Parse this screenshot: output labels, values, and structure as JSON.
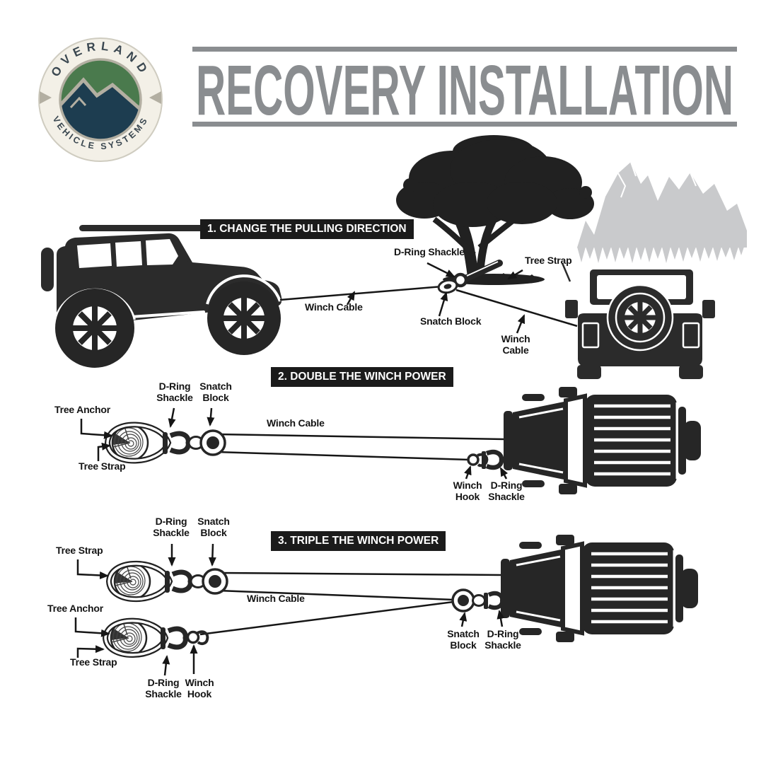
{
  "logo": {
    "arc_top": "OVERLAND",
    "arc_bottom": "VEHICLE SYSTEMS"
  },
  "title": "RECOVERY INSTALLATION",
  "sections": [
    {
      "number": "1",
      "header": "1. CHANGE THE PULLING DIRECTION",
      "labels": {
        "d_ring_shackle": "D-Ring Shackle",
        "tree_strap": "Tree Strap",
        "winch_cable": "Winch Cable",
        "snatch_block": "Snatch Block",
        "winch_cable_2": "Winch\nCable"
      }
    },
    {
      "number": "2",
      "header": "2. DOUBLE THE WINCH POWER",
      "labels": {
        "tree_anchor": "Tree Anchor",
        "d_ring_shackle": "D-Ring\nShackle",
        "snatch_block": "Snatch\nBlock",
        "winch_cable": "Winch Cable",
        "tree_strap": "Tree Strap",
        "winch_hook": "Winch\nHook",
        "d_ring_shackle_2": "D-Ring\nShackle"
      }
    },
    {
      "number": "3",
      "header": "3. TRIPLE THE WINCH POWER",
      "labels": {
        "d_ring_shackle": "D-Ring\nShackle",
        "snatch_block": "Snatch\nBlock",
        "tree_strap_top": "Tree Strap",
        "winch_cable": "Winch Cable",
        "tree_anchor": "Tree Anchor",
        "tree_strap_bottom": "Tree Strap",
        "d_ring_shackle_2": "D-Ring\nShackle",
        "winch_hook": "Winch\nHook",
        "snatch_block_2": "Snatch\nBlock",
        "d_ring_shackle_3": "D-Ring\nShackle"
      }
    }
  ],
  "colors": {
    "ink": "#262626",
    "title_gray": "#8a8d90",
    "mountain_gray": "#c9cacc",
    "header_bg": "#1b1b1b",
    "header_text": "#ffffff",
    "logo_green": "#4a7a4d",
    "logo_navy": "#1d3d50",
    "logo_cream": "#f3f0e7",
    "logo_line": "#b3afa2"
  }
}
